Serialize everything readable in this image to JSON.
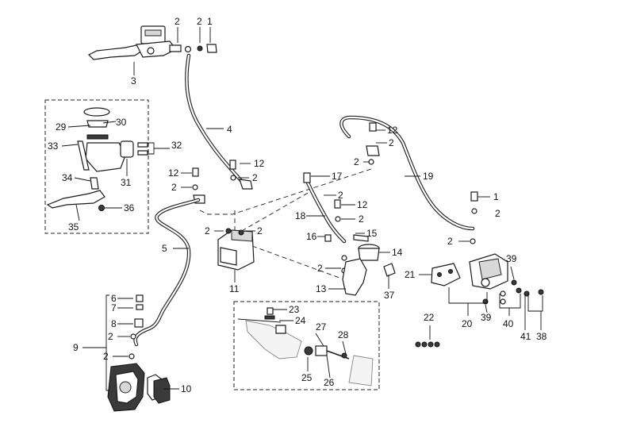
{
  "diagram": {
    "callouts": [
      {
        "id": "c-1a",
        "text": "1"
      },
      {
        "id": "c-2a",
        "text": "2"
      },
      {
        "id": "c-2b",
        "text": "2"
      },
      {
        "id": "c-3",
        "text": "3"
      },
      {
        "id": "c-4",
        "text": "4"
      },
      {
        "id": "c-29",
        "text": "29"
      },
      {
        "id": "c-30",
        "text": "30"
      },
      {
        "id": "c-33",
        "text": "33"
      },
      {
        "id": "c-32",
        "text": "32"
      },
      {
        "id": "c-31",
        "text": "31"
      },
      {
        "id": "c-34",
        "text": "34"
      },
      {
        "id": "c-36",
        "text": "36"
      },
      {
        "id": "c-35",
        "text": "35"
      },
      {
        "id": "c-12a",
        "text": "12"
      },
      {
        "id": "c-2c",
        "text": "2"
      },
      {
        "id": "c-12b",
        "text": "12"
      },
      {
        "id": "c-2d",
        "text": "2"
      },
      {
        "id": "c-2e",
        "text": "2"
      },
      {
        "id": "c-2f",
        "text": "2"
      },
      {
        "id": "c-5",
        "text": "5"
      },
      {
        "id": "c-11",
        "text": "11"
      },
      {
        "id": "c-6",
        "text": "6"
      },
      {
        "id": "c-7",
        "text": "7"
      },
      {
        "id": "c-8",
        "text": "8"
      },
      {
        "id": "c-9",
        "text": "9"
      },
      {
        "id": "c-2g",
        "text": "2"
      },
      {
        "id": "c-2h",
        "text": "2"
      },
      {
        "id": "c-10",
        "text": "10"
      },
      {
        "id": "c-17",
        "text": "17"
      },
      {
        "id": "c-2i",
        "text": "2"
      },
      {
        "id": "c-12c",
        "text": "12"
      },
      {
        "id": "c-18",
        "text": "18"
      },
      {
        "id": "c-2j",
        "text": "2"
      },
      {
        "id": "c-16",
        "text": "16"
      },
      {
        "id": "c-15",
        "text": "15"
      },
      {
        "id": "c-14",
        "text": "14"
      },
      {
        "id": "c-2k",
        "text": "2"
      },
      {
        "id": "c-13",
        "text": "13"
      },
      {
        "id": "c-37",
        "text": "37"
      },
      {
        "id": "c-12d",
        "text": "12"
      },
      {
        "id": "c-2l",
        "text": "2"
      },
      {
        "id": "c-2m",
        "text": "2"
      },
      {
        "id": "c-19",
        "text": "19"
      },
      {
        "id": "c-1b",
        "text": "1"
      },
      {
        "id": "c-2n",
        "text": "2"
      },
      {
        "id": "c-2o",
        "text": "2"
      },
      {
        "id": "c-21",
        "text": "21"
      },
      {
        "id": "c-39a",
        "text": "39"
      },
      {
        "id": "c-39b",
        "text": "39"
      },
      {
        "id": "c-20",
        "text": "20"
      },
      {
        "id": "c-40",
        "text": "40"
      },
      {
        "id": "c-41",
        "text": "41"
      },
      {
        "id": "c-38",
        "text": "38"
      },
      {
        "id": "c-22",
        "text": "22"
      },
      {
        "id": "c-23",
        "text": "23"
      },
      {
        "id": "c-24",
        "text": "24"
      },
      {
        "id": "c-27",
        "text": "27"
      },
      {
        "id": "c-28",
        "text": "28"
      },
      {
        "id": "c-25",
        "text": "25"
      },
      {
        "id": "c-26",
        "text": "26"
      }
    ]
  }
}
